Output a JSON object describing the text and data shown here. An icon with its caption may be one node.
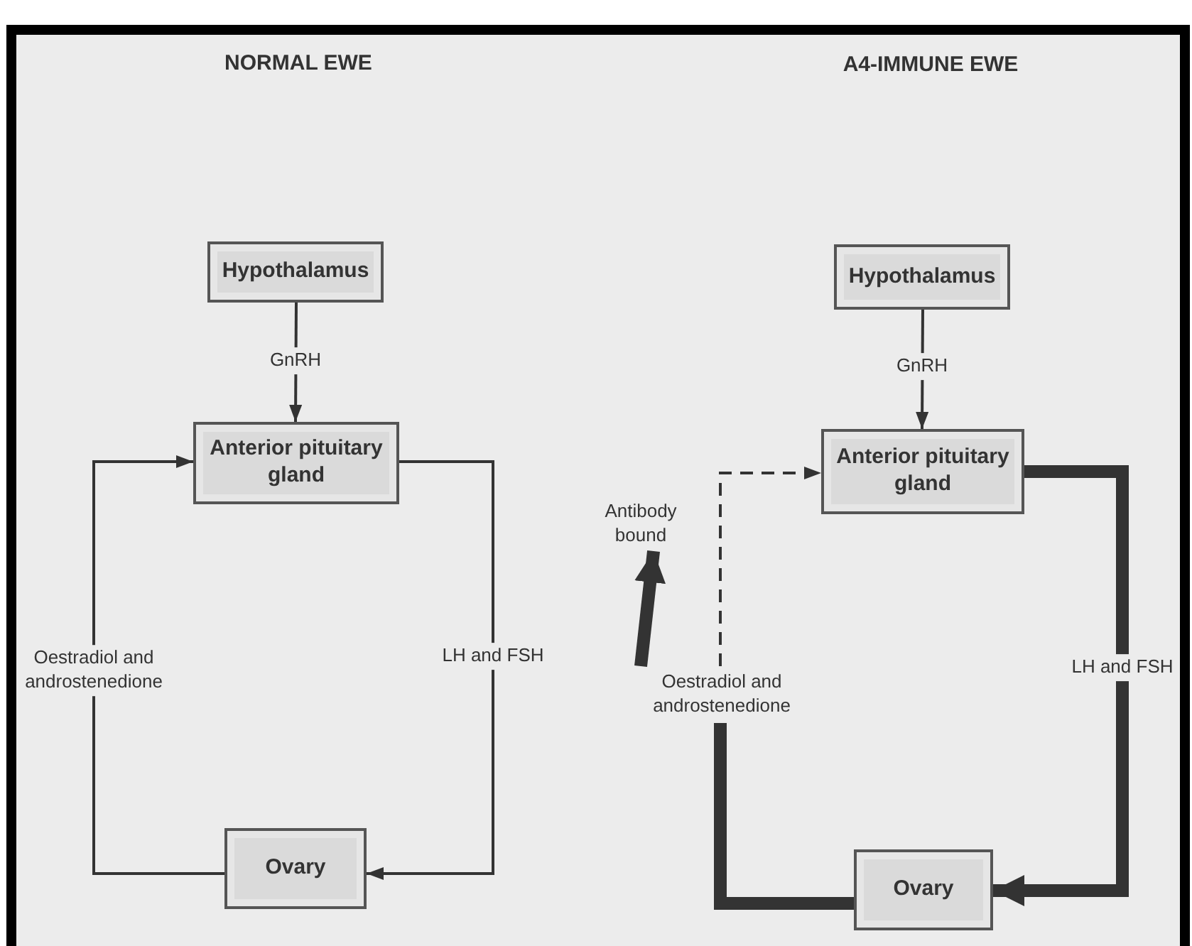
{
  "diagram": {
    "nodes": [
      {
        "text": [
          "Hypothalamus"
        ]
      },
      {
        "text": [
          "Anterior pituitary gland"
        ]
      },
      {
        "text": [
          "Ovary"
        ]
      },
      {
        "text": [
          "Hypothalamus"
        ]
      },
      {
        "text": [
          "Anterior pituitary gland"
        ]
      },
      {
        "text": [
          "Antibody bound"
        ]
      },
      {
        "text": [
          "Oestradiol and androstenedione"
        ]
      },
      {
        "text": [
          "Ovary"
        ]
      }
    ],
    "edges": [
      {
        "from": 0,
        "to": 1,
        "arrow": "to",
        "label": "GnRH"
      },
      {
        "from": 1,
        "to": 2,
        "arrow": "to",
        "label": "LH and FSH"
      },
      {
        "from": 2,
        "to": 1,
        "arrow": "to",
        "label": "Oestradiol and androstenedione"
      },
      {
        "from": 3,
        "to": 4,
        "arrow": "to",
        "label": "GnRH"
      },
      {
        "from": 4,
        "to": 7,
        "arrow": "to",
        "label": "LH and FSH",
        "style": "thick"
      },
      {
        "from": 7,
        "to": 6,
        "arrow": "none",
        "style": "thick"
      },
      {
        "from": 6,
        "to": 4,
        "arrow": "to",
        "style": "dashed"
      },
      {
        "from": 6,
        "to": 5,
        "arrow": "to",
        "style": "thick"
      }
    ],
    "labels": [
      "NORMAL EWE",
      "A4-IMMUNE EWE"
    ]
  }
}
